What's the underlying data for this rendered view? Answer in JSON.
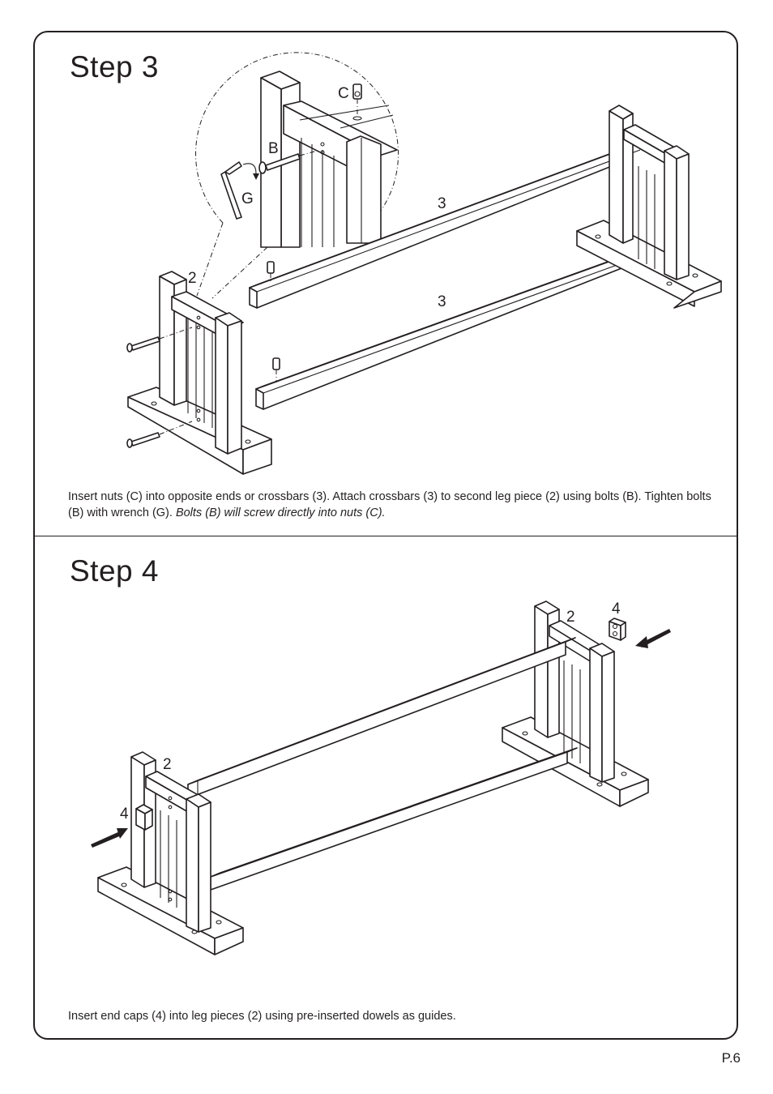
{
  "step3": {
    "title": "Step  3",
    "labels": {
      "nut": "C",
      "bolt": "B",
      "wrench": "G",
      "leg": "2",
      "crossbar_top": "3",
      "crossbar_bottom": "3"
    },
    "caption_main": "Insert nuts (C) into opposite ends or crossbars (3). Attach crossbars (3) to second leg piece (2) using bolts (B). Tighten bolts (B) with wrench (G). ",
    "caption_italic": "Bolts (B) will screw directly into nuts (C)."
  },
  "step4": {
    "title": "Step  4",
    "labels": {
      "leg_right": "2",
      "cap_right": "4",
      "leg_left": "2",
      "cap_left": "4"
    },
    "caption": "Insert end caps (4) into leg pieces (2) using pre-inserted dowels as guides."
  },
  "page": {
    "number": "P.6"
  }
}
